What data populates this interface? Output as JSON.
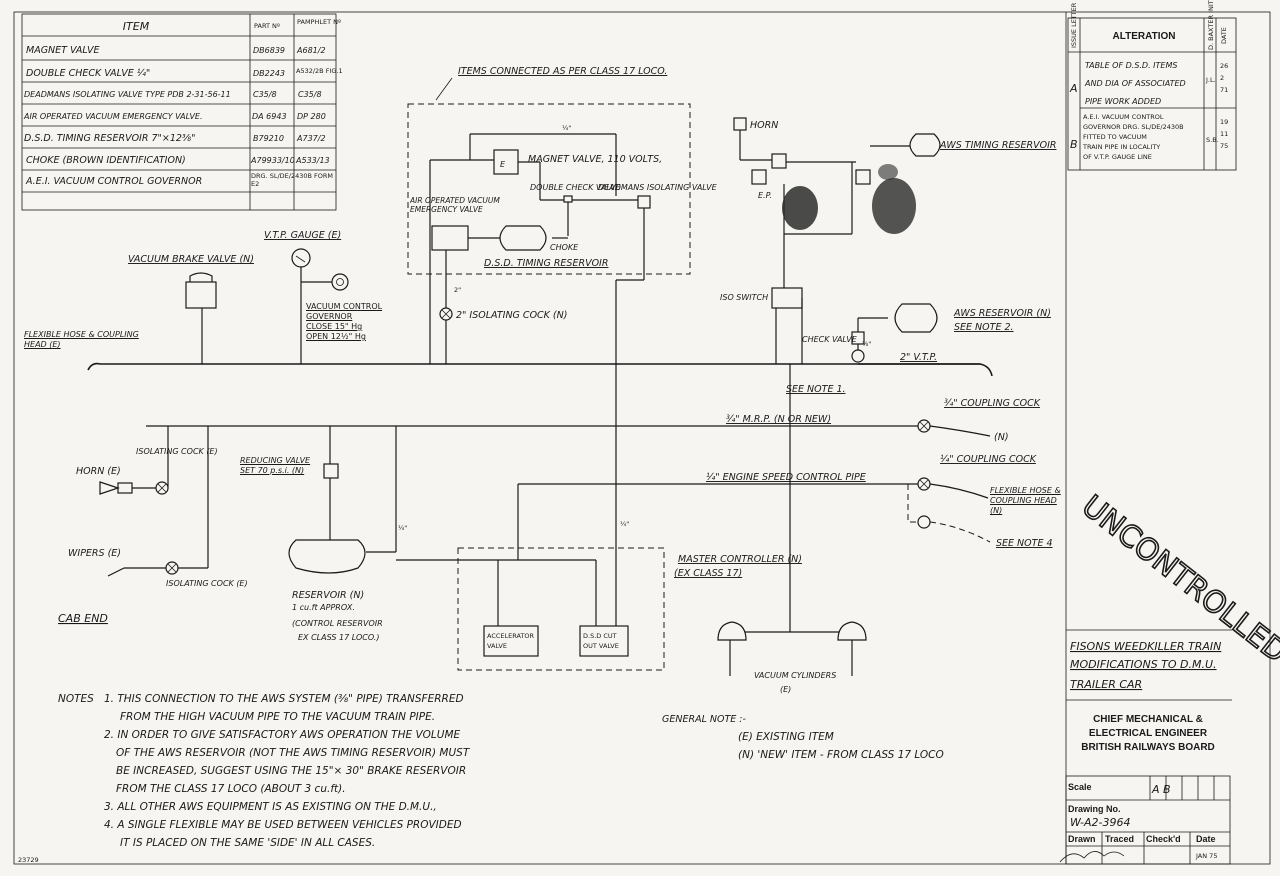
{
  "items_table": {
    "headers": {
      "item": "ITEM",
      "part": "PART Nº",
      "pamphlet": "PAMPHLET Nº"
    },
    "rows": [
      {
        "item": "MAGNET VALVE",
        "part": "DB6839",
        "pamphlet": "A681/2"
      },
      {
        "item": "DOUBLE CHECK VALVE ¼\"",
        "part": "DB2243",
        "pamphlet": "A532/2B FIG.1"
      },
      {
        "item": "DEADMANS ISOLATING VALVE TYPE PDB 2-31-56-11",
        "part": "C35/8",
        "pamphlet": "C35/8"
      },
      {
        "item": "AIR OPERATED VACUUM EMERGENCY VALVE.",
        "part": "DA 6943",
        "pamphlet": "DP 280"
      },
      {
        "item": "D.S.D. TIMING RESERVOIR 7\"×12⅜\"",
        "part": "B79210",
        "pamphlet": "A737/2"
      },
      {
        "item": "CHOKE (BROWN IDENTIFICATION)",
        "part": "A79933/10",
        "pamphlet": "A533/13"
      },
      {
        "item": "A.E.I. VACUUM CONTROL GOVERNOR",
        "part": "DRG. SL/DE/2430B FORM E2",
        "pamphlet": ""
      }
    ]
  },
  "alteration": {
    "header": "ALTERATION",
    "col_issue": "ISSUE LETTER",
    "col_initials": "D. BAXTER INITIALS",
    "col_date": "DATE",
    "rows": [
      {
        "letter": "A",
        "text": [
          "TABLE OF D.S.D. ITEMS",
          "AND DIA OF ASSOCIATED",
          "PIPE WORK ADDED"
        ],
        "initials": "J.L.",
        "date": [
          "26",
          "2",
          "71"
        ]
      },
      {
        "letter": "B",
        "text": [
          "A.E.I. VACUUM CONTROL",
          "GOVERNOR DRG. SL/DE/2430B",
          "FITTED TO VACUUM",
          "TRAIN PIPE IN LOCALITY",
          "OF V.T.P. GAUGE LINE"
        ],
        "initials": "S.B.",
        "date": [
          "19",
          "11",
          "75"
        ]
      }
    ]
  },
  "labels": {
    "items_connected": "ITEMS CONNECTED AS PER CLASS 17 LOCO.",
    "magnet_valve": "MAGNET VALVE, 110 VOLTS,",
    "double_check": "DOUBLE CHECK VALVE",
    "deadmans": "DEADMANS ISOLATING VALVE",
    "air_operated": "AIR OPERATED VACUUM EMERGENCY VALVE",
    "choke": "CHOKE",
    "dsd_reservoir": "D.S.D. TIMING RESERVOIR",
    "isolating_cock_n": "2\" ISOLATING COCK (N)",
    "vtp_gauge": "V.T.P. GAUGE (E)",
    "vacuum_brake_valve": "VACUUM BRAKE VALVE (N)",
    "vcg_title": "VACUUM CONTROL GOVERNOR",
    "vcg_close": "CLOSE  15\" Hg",
    "vcg_open": "OPEN  12½\" Hg",
    "flexible_hose_left": "FLEXIBLE HOSE & COUPLING HEAD (E)",
    "horn_top": "HORN",
    "aws_timing": "AWS TIMING RESERVOIR",
    "ep": "E.P.",
    "iso_switch": "ISO SWITCH",
    "aws_reservoir": "AWS RESERVOIR (N)",
    "see_note_2": "SEE NOTE 2.",
    "check_valve": "CHECK VALVE",
    "vtp": "2\" V.T.P.",
    "see_note_1": "SEE NOTE 1.",
    "coupling_cock_top": "¾\" COUPLING COCK",
    "mrp": "¾\" M.R.P. (N OR NEW)",
    "n_right": "(N)",
    "isolating_cock_e": "ISOLATING COCK (E)",
    "horn_e": "HORN (E)",
    "reducing_valve": "REDUCING VALVE SET 70 p.s.i. (N)",
    "engine_speed": "¼\" ENGINE SPEED CONTROL PIPE",
    "coupling_cock_2": "¼\" COUPLING COCK",
    "flexible_hose_right": "FLEXIBLE HOSE & COUPLING HEAD (N)",
    "see_note_4": "SEE NOTE 4",
    "wipers": "WIPERS (E)",
    "isolating_cock_e2": "ISOLATING COCK (E)",
    "reservoir": [
      "RESERVOIR (N)",
      "1 cu.ft APPROX.",
      "(CONTROL RESERVOIR",
      "EX CLASS 17 LOCO.)"
    ],
    "master_controller": [
      "MASTER CONTROLLER (N)",
      "(EX CLASS 17)"
    ],
    "accelerator": [
      "ACCELERATOR",
      "VALVE"
    ],
    "dsd_cut_out": [
      "D.S.D CUT",
      "OUT VALVE"
    ],
    "vacuum_cylinders": [
      "VACUUM CYLINDERS",
      "(E)"
    ],
    "cab_end": "CAB END",
    "pipe_quarter": "¼\"",
    "pipe_two": "2\"",
    "pipe_eighth": "⅜\""
  },
  "notes": {
    "heading": "NOTES",
    "lines": [
      "1. THIS CONNECTION TO THE AWS SYSTEM (⅜\" PIPE) TRANSFERRED",
      "FROM THE HIGH VACUUM PIPE TO THE VACUUM TRAIN PIPE.",
      "2. IN ORDER TO GIVE SATISFACTORY AWS OPERATION THE VOLUME",
      "OF THE AWS RESERVOIR (NOT THE AWS TIMING RESERVOIR) MUST",
      "BE INCREASED, SUGGEST USING THE 15\"× 30\" BRAKE RESERVOIR",
      "FROM THE CLASS 17 LOCO (ABOUT 3 cu.ft).",
      "3. ALL OTHER AWS EQUIPMENT IS AS EXISTING ON THE D.M.U.,",
      "4. A SINGLE FLEXIBLE MAY BE USED BETWEEN VEHICLES PROVIDED",
      "IT IS PLACED ON THE SAME 'SIDE' IN ALL CASES."
    ]
  },
  "general_note": {
    "heading": "GENERAL NOTE :-",
    "e": "(E) EXISTING ITEM",
    "n": "(N) 'NEW' ITEM - FROM CLASS 17 LOCO"
  },
  "title_block": {
    "title": [
      "FISONS WEEDKILLER TRAIN",
      "MODIFICATIONS TO D.M.U.",
      "TRAILER CAR"
    ],
    "authority": [
      "CHIEF MECHANICAL &",
      "ELECTRICAL ENGINEER",
      "BRITISH RAILWAYS BOARD"
    ],
    "scale_label": "Scale",
    "scale_marks": "A B",
    "drawing_no_label": "Drawing No.",
    "drawing_no": "W-A2-3964",
    "drawn": "Drawn",
    "traced": "Traced",
    "checked": "Check'd",
    "date_label": "Date",
    "date": "JAN 75",
    "signature": "J.M.Cruikshank"
  },
  "stamp": "UNCONTROLLED",
  "sheet_ref": "23729",
  "colors": {
    "paper": "#f6f5f1",
    "ink": "#1a1a1a",
    "stain": "#2b2b2b"
  }
}
